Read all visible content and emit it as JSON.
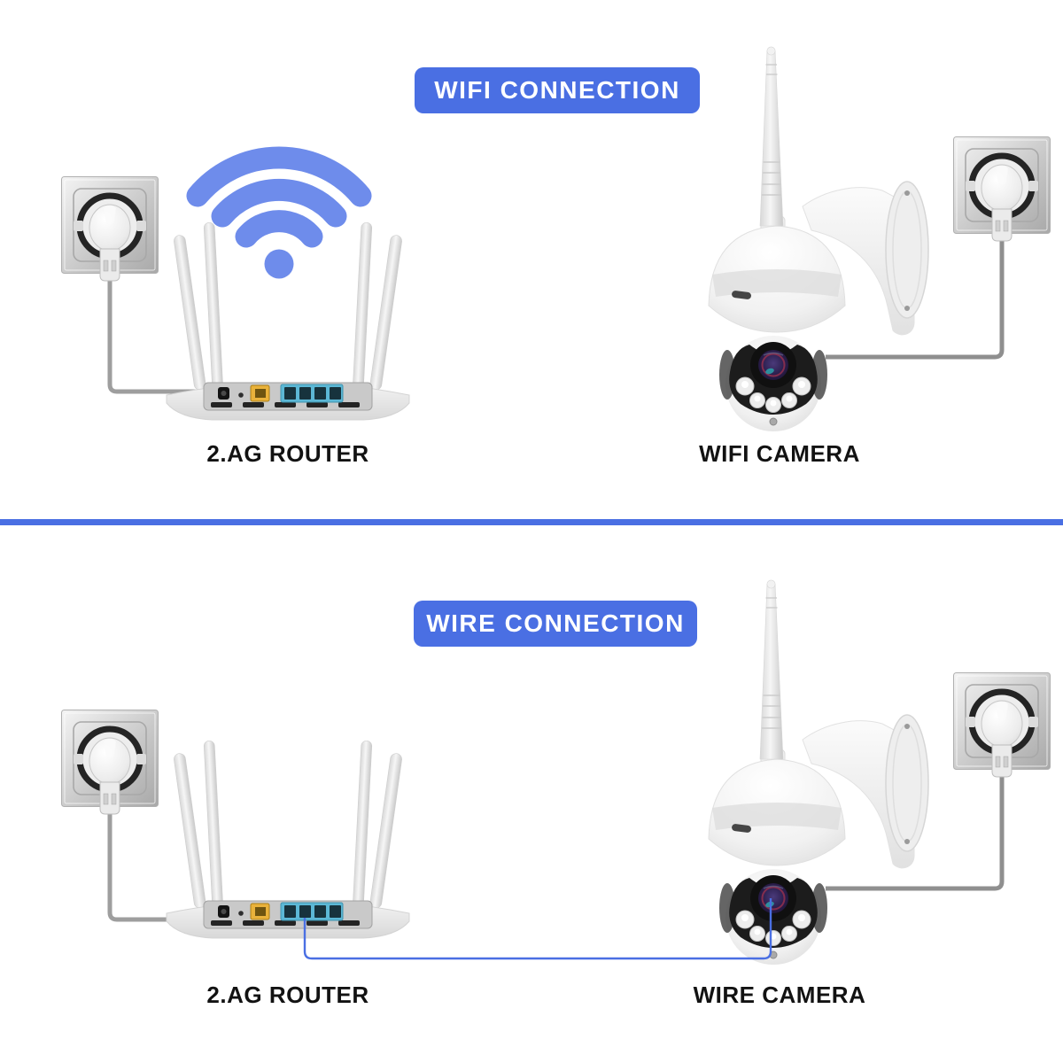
{
  "title": "Camera connection diagram",
  "colors": {
    "banner_blue": "#4a6fe3",
    "wifi_icon_blue": "#6e8ceb",
    "divider_blue": "#4a6fe3",
    "cable_gray": "#9e9e9e",
    "ethernet_wire_blue": "#4a6fe3",
    "wan_port_yellow": "#e9b23b",
    "lan_port_blue": "#5cb8d6"
  },
  "icons": {
    "wifi": "wifi-signal-icon",
    "outlet": "power-outlet-icon",
    "router": "wireless-router-icon",
    "camera": "ptz-camera-icon"
  },
  "sections": [
    {
      "banner_label": "WIFI CONNECTION",
      "router_label": "2.AG ROUTER",
      "camera_label": "WIFI CAMERA"
    },
    {
      "banner_label": "WIRE CONNECTION",
      "router_label": "2.AG ROUTER",
      "camera_label": "WIRE CAMERA"
    }
  ]
}
